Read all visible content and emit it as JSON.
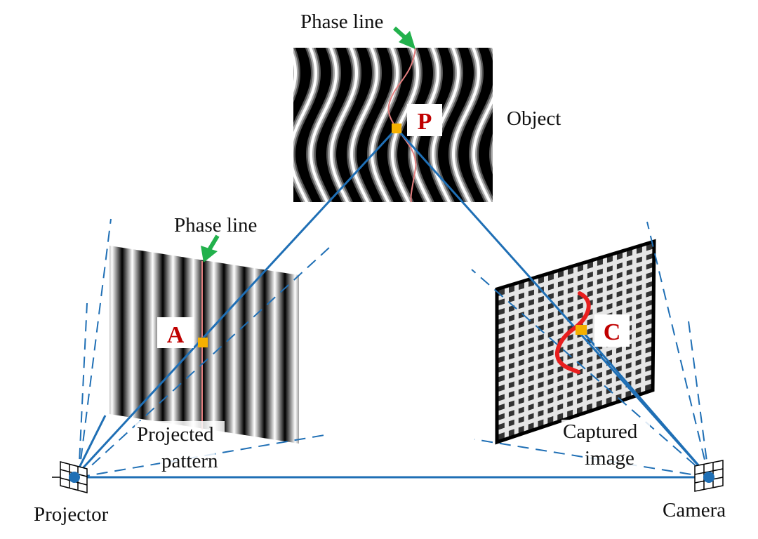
{
  "labels": {
    "phase_line_top": "Phase line",
    "phase_line_left": "Phase line",
    "object": "Object",
    "projected_pattern_1": "Projected",
    "projected_pattern_2": "pattern",
    "captured_image_1": "Captured",
    "captured_image_2": "image",
    "projector": "Projector",
    "camera": "Camera"
  },
  "points": {
    "p": "P",
    "a": "A",
    "c": "C"
  },
  "colors": {
    "ray": "#1f6fb5",
    "arrow": "#22b14c",
    "marker": "#f5b000",
    "point_label": "#c00000",
    "phase_line": "#e58080",
    "curve": "#e81e1e"
  }
}
